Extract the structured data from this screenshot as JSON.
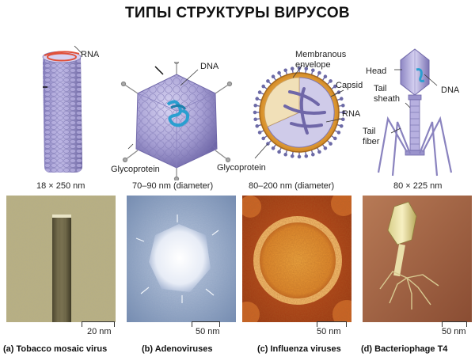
{
  "title": "ТИПЫ СТРУКТУРЫ ВИРУСОВ",
  "viruses": [
    {
      "caption": "(a) Tobacco mosaic virus",
      "dimension": "18 × 250 nm",
      "scale": "20 nm",
      "labels": [
        "RNA"
      ]
    },
    {
      "caption": "(b) Adenoviruses",
      "dimension": "70–90 nm (diameter)",
      "scale": "50 nm",
      "labels": [
        "DNA",
        "Glycoprotein"
      ]
    },
    {
      "caption": "(c) Influenza viruses",
      "dimension": "80–200 nm (diameter)",
      "scale": "50 nm",
      "labels": [
        "Membranous",
        "envelope",
        "Capsid",
        "RNA",
        "Glycoprotein"
      ]
    },
    {
      "caption": "(d) Bacteriophage T4",
      "dimension": "80 × 225 nm",
      "scale": "50 nm",
      "labels": [
        "Head",
        "DNA",
        "Tail",
        "sheath",
        "Tail",
        "fiber"
      ]
    }
  ],
  "colors": {
    "capsid": "#a9a2d6",
    "capsid_dark": "#6f67a8",
    "nucleic": "#2a9fd0",
    "rna": "#e0503a",
    "envelope": "#e6a23a"
  }
}
